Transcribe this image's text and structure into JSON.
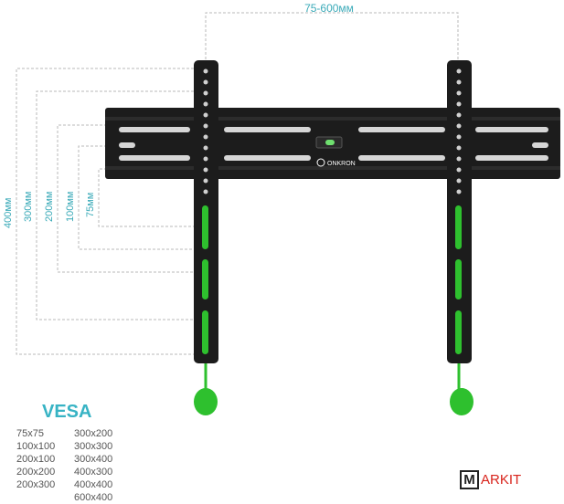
{
  "top_dimension": "75-600мм",
  "vertical_dimensions": [
    "400мм",
    "300мм",
    "200мм",
    "100мм",
    "75мм"
  ],
  "brand_badge": "ONKRON",
  "vesa": {
    "title": "VESA",
    "column1": [
      "75x75",
      "100x100",
      "200x100",
      "200x200",
      "200x300"
    ],
    "column2": [
      "300x200",
      "300x300",
      "300x400",
      "400x300",
      "400x400",
      "600x400"
    ]
  },
  "logo": {
    "m": "M",
    "rest": "ARKIT"
  },
  "colors": {
    "dimension": "#3aaab8",
    "accent": "#2ec02e",
    "bracket": "#1c1c1c"
  }
}
